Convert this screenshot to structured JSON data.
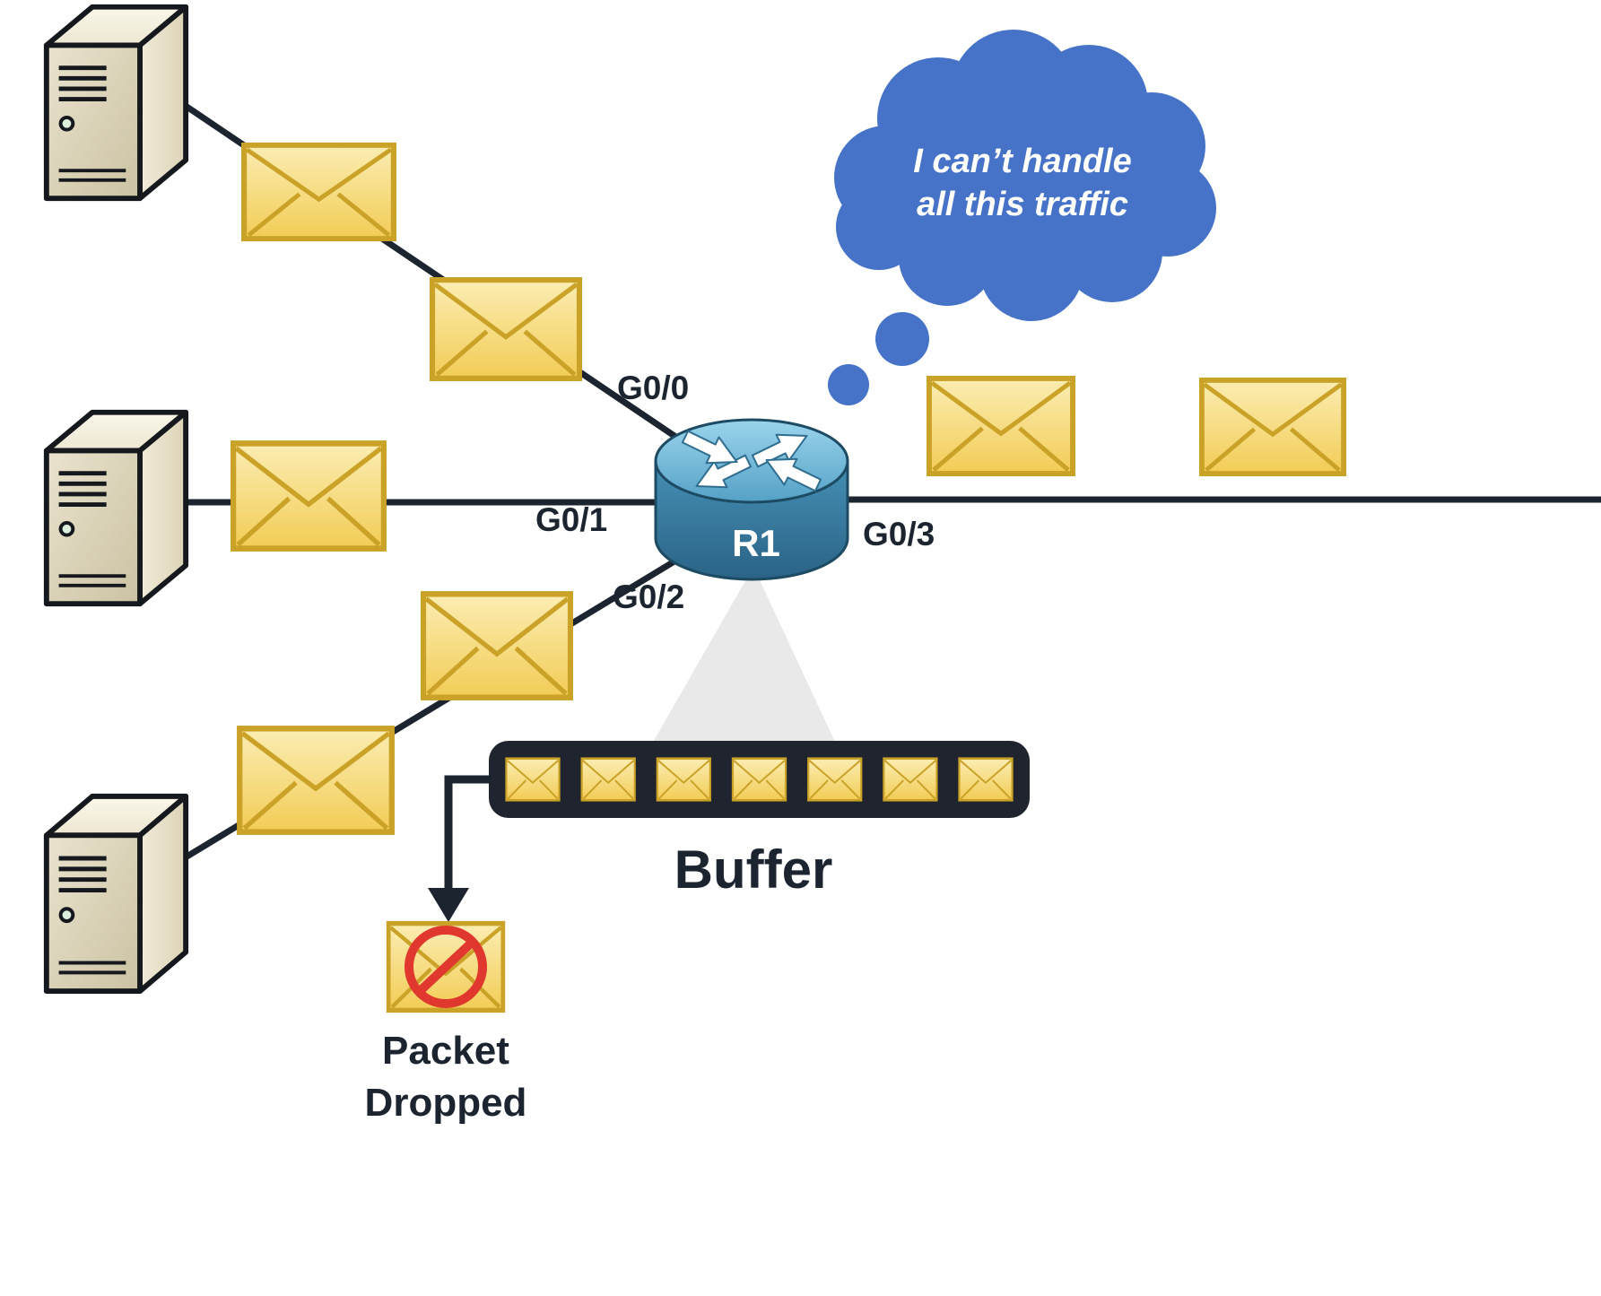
{
  "diagram": {
    "title": "Router congestion and buffering",
    "router": {
      "name": "R1"
    },
    "interfaces": {
      "g00": "G0/0",
      "g01": "G0/1",
      "g02": "G0/2",
      "g03": "G0/3"
    },
    "thought": {
      "line1": "I can’t handle",
      "line2": "all this traffic"
    },
    "buffer": {
      "label": "Buffer",
      "slot_count": 7
    },
    "dropped": {
      "line1": "Packet",
      "line2": "Dropped"
    },
    "servers": {
      "count": 3
    },
    "packets_in_transit": {
      "inbound": 5,
      "outbound": 2
    },
    "colors": {
      "envelope_fill": "#F6D96E",
      "envelope_border": "#C9A227",
      "line": "#1C2430",
      "cloud": "#4673C8",
      "buffer_bg": "#20242E",
      "router_blue": "#4E97BD",
      "drop_red": "#E0382E",
      "label": "#1C2430",
      "cone_gray": "#E3E3E3"
    }
  }
}
